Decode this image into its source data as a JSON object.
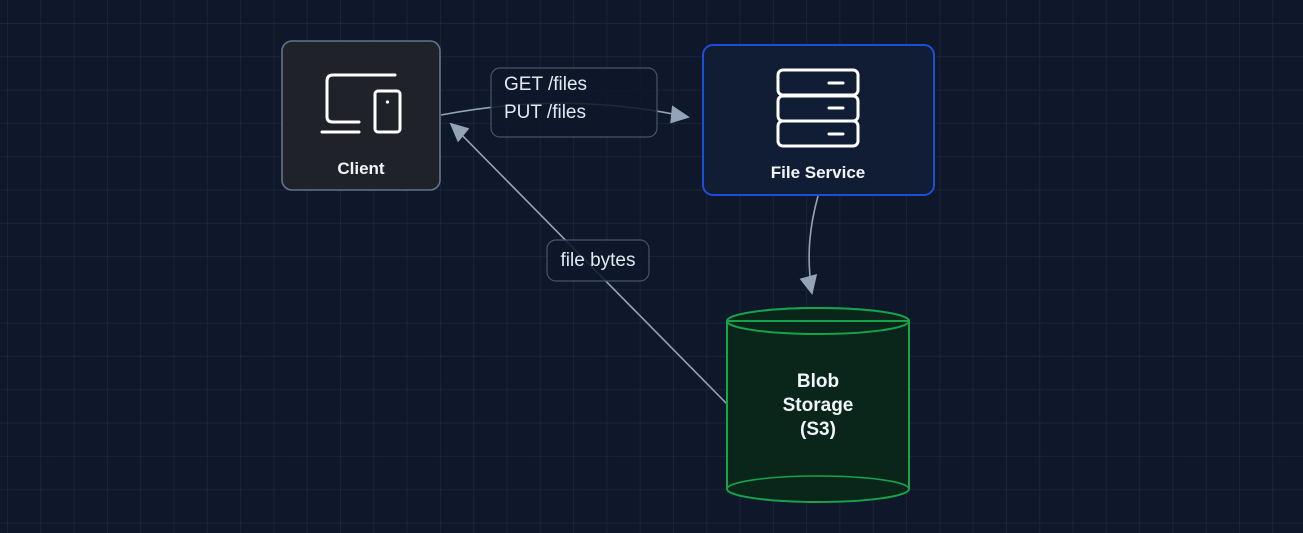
{
  "diagram": {
    "theme": {
      "background": "#0f172a",
      "edge_color": "#94a3b8",
      "label_bg": "#0f172a",
      "label_border": "#475569"
    },
    "nodes": {
      "client": {
        "label": "Client",
        "icon": "devices-icon",
        "fill": "#1f2329",
        "border": "#64748b"
      },
      "file_service": {
        "label": "File Service",
        "icon": "server-icon",
        "fill": "#111d35",
        "border": "#1d4ed8"
      },
      "blob_storage": {
        "label_lines": [
          "Blob",
          "Storage",
          "(S3)"
        ],
        "shape": "cylinder",
        "fill": "#0a261a",
        "border": "#16a34a"
      }
    },
    "edges": [
      {
        "from": "client",
        "to": "file_service",
        "label_lines": [
          "GET /files",
          "PUT /files"
        ]
      },
      {
        "from": "file_service",
        "to": "blob_storage",
        "label_lines": []
      },
      {
        "from": "blob_storage",
        "to": "client",
        "label_lines": [
          "file bytes"
        ]
      }
    ]
  }
}
